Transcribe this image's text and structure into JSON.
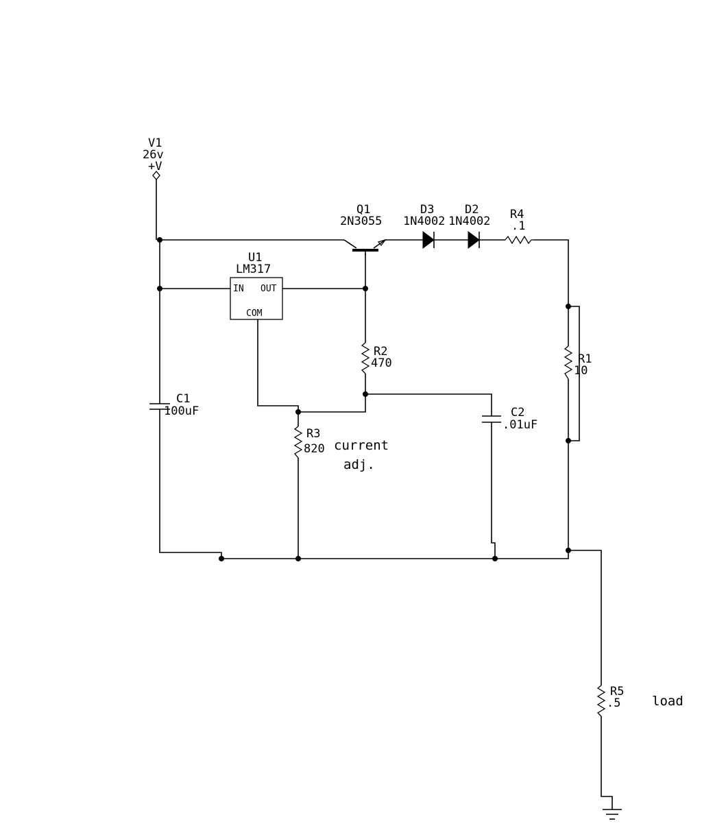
{
  "components": {
    "v1": {
      "name": "V1",
      "value": "26v",
      "terminal": "+V"
    },
    "q1": {
      "name": "Q1",
      "value": "2N3055"
    },
    "d3": {
      "name": "D3",
      "value": "1N4002"
    },
    "d2": {
      "name": "D2",
      "value": "1N4002"
    },
    "r4": {
      "name": "R4",
      "value": ".1"
    },
    "u1": {
      "name": "U1",
      "value": "LM317",
      "pin_in": "IN",
      "pin_out": "OUT",
      "pin_com": "COM"
    },
    "r2": {
      "name": "R2",
      "value": "470"
    },
    "r1": {
      "name": "R1",
      "value": "10"
    },
    "c1": {
      "name": "C1",
      "value": "100uF"
    },
    "r3": {
      "name": "R3",
      "value": "820"
    },
    "c2": {
      "name": "C2",
      "value": ".01uF"
    },
    "r5": {
      "name": "R5",
      "value": ".5"
    }
  },
  "annotations": {
    "current_line1": "current",
    "current_line2": "adj.",
    "load": "load"
  }
}
